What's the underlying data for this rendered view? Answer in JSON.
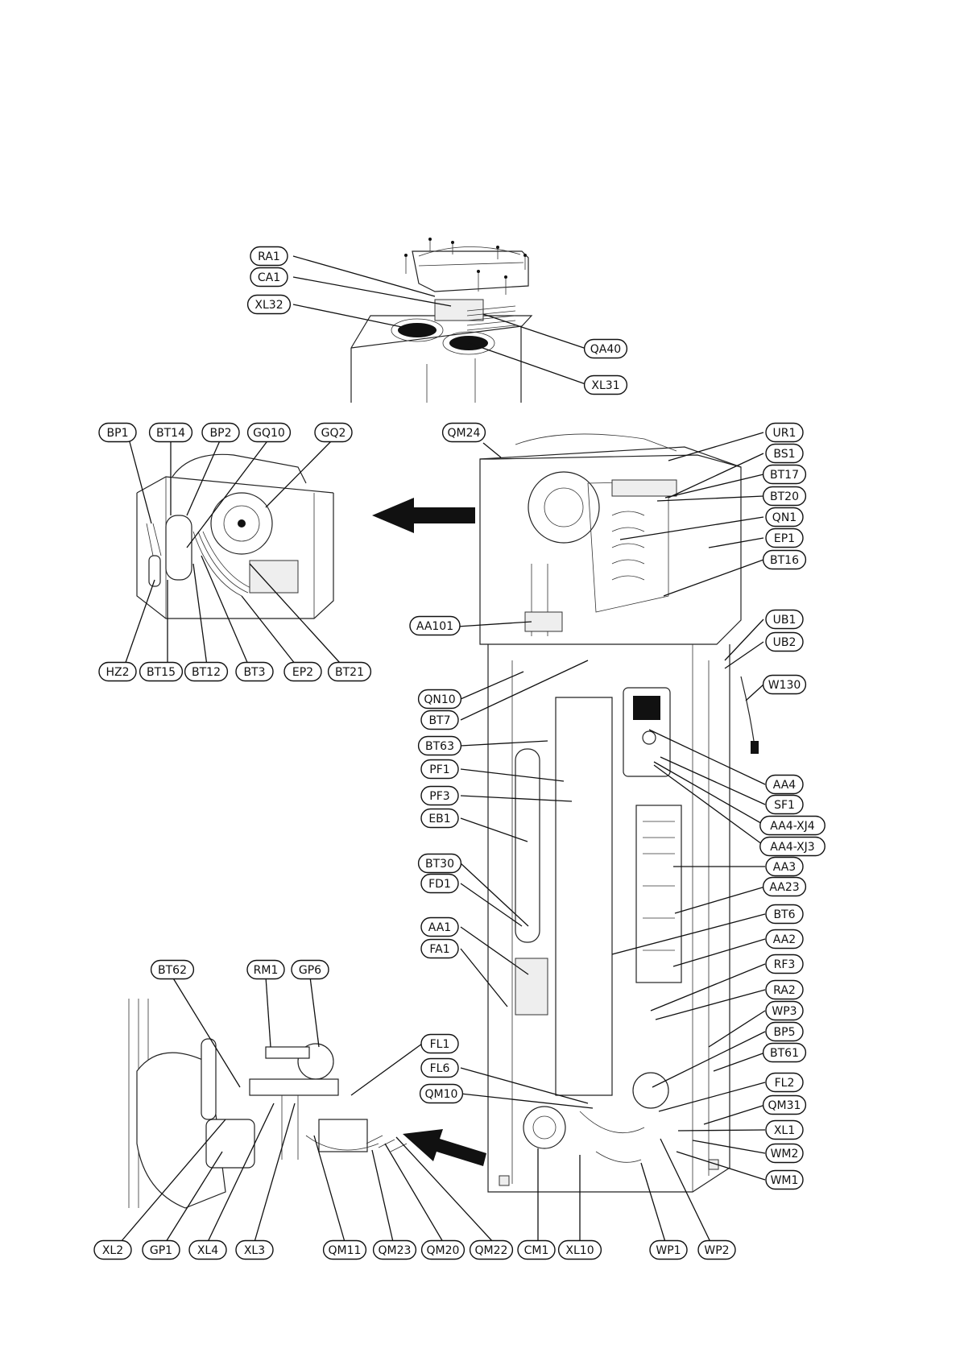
{
  "figure": {
    "views": [
      "top-view",
      "cooling-module-view",
      "main-cabinet-view",
      "pipe-group-view"
    ]
  },
  "labels": {
    "top": [
      "RA1",
      "CA1",
      "XL32",
      "QA40",
      "XL31"
    ],
    "cooling_module_top": [
      "BP1",
      "BT14",
      "BP2",
      "GQ10",
      "GQ2"
    ],
    "cooling_module_bottom": [
      "HZ2",
      "BT15",
      "BT12",
      "BT3",
      "EP2",
      "BT21"
    ],
    "cabinet_left": [
      "QM24",
      "AA101",
      "QN10",
      "BT7",
      "BT63",
      "PF1",
      "PF3",
      "EB1",
      "BT30",
      "FD1",
      "AA1",
      "FA1",
      "FL1",
      "FL6",
      "QM10"
    ],
    "cabinet_right": [
      "UR1",
      "BS1",
      "BT17",
      "BT20",
      "QN1",
      "EP1",
      "BT16",
      "UB1",
      "UB2",
      "W130",
      "AA4",
      "SF1",
      "AA4-XJ4",
      "AA4-XJ3",
      "AA3",
      "AA23",
      "BT6",
      "AA2",
      "RF3",
      "RA2",
      "WP3",
      "BP5",
      "BT61",
      "FL2",
      "QM31",
      "XL1",
      "WM2",
      "WM1"
    ],
    "pipe_group_top": [
      "BT62",
      "RM1",
      "GP6"
    ],
    "bottom_row": [
      "XL2",
      "GP1",
      "XL4",
      "XL3",
      "QM11",
      "QM23",
      "QM20",
      "QM22",
      "CM1",
      "XL10",
      "WP1",
      "WP2"
    ]
  }
}
